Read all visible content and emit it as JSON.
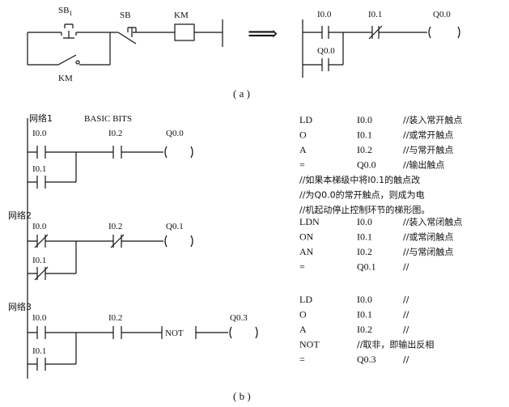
{
  "part_a": {
    "caption": "( a )",
    "relay": {
      "sb1": "SB",
      "sb1_sub": "1",
      "sb": "SB",
      "km_coil": "KM",
      "km_contact": "KM"
    },
    "arrow": "⟹",
    "ladder": {
      "c1": "I0.0",
      "c2": "I0.1",
      "coil": "Q0.0",
      "par": "Q0.0"
    }
  },
  "part_b": {
    "caption": "( b )",
    "net1": {
      "title": "网络1",
      "extra": "BASIC BITS",
      "c1": "I0.0",
      "c2": "I0.1",
      "c3": "I0.2",
      "coil": "Q0.0"
    },
    "net2": {
      "title": "网络2",
      "c1": "I0.0",
      "c2": "I0.1",
      "c3": "I0.2",
      "coil": "Q0.1"
    },
    "net3": {
      "title": "网络3",
      "c1": "I0.0",
      "c2": "I0.1",
      "c3": "I0.2",
      "not": "NOT",
      "coil": "Q0.3"
    }
  },
  "code": {
    "block1": [
      {
        "op": "LD",
        "arg": "I0.0",
        "cmt": "//装入常开触点"
      },
      {
        "op": "O",
        "arg": "I0.1",
        "cmt": "//或常开触点"
      },
      {
        "op": "A",
        "arg": "I0.2",
        "cmt": "//与常开触点"
      },
      {
        "op": "=",
        "arg": "Q0.0",
        "cmt": "//输出触点"
      }
    ],
    "notes": [
      "//如果本梯级中将I0.1的触点改",
      "//为Q0.0的常开触点，则成为电",
      "//机起动停止控制环节的梯形图。"
    ],
    "block2": [
      {
        "op": "LDN",
        "arg": "I0.0",
        "cmt": "//装入常闭触点"
      },
      {
        "op": "ON",
        "arg": "I0.1",
        "cmt": "//或常闭触点"
      },
      {
        "op": "AN",
        "arg": "I0.2",
        "cmt": "//与常闭触点"
      },
      {
        "op": "=",
        "arg": "Q0.1",
        "cmt": "//"
      }
    ],
    "block3": [
      {
        "op": "LD",
        "arg": "I0.0",
        "cmt": "//"
      },
      {
        "op": "O",
        "arg": "I0.1",
        "cmt": "//"
      },
      {
        "op": "A",
        "arg": "I0.2",
        "cmt": "//"
      },
      {
        "op": "NOT",
        "arg": "",
        "cmt": "//取非，即输出反相"
      },
      {
        "op": "=",
        "arg": "Q0.3",
        "cmt": "//"
      }
    ]
  }
}
